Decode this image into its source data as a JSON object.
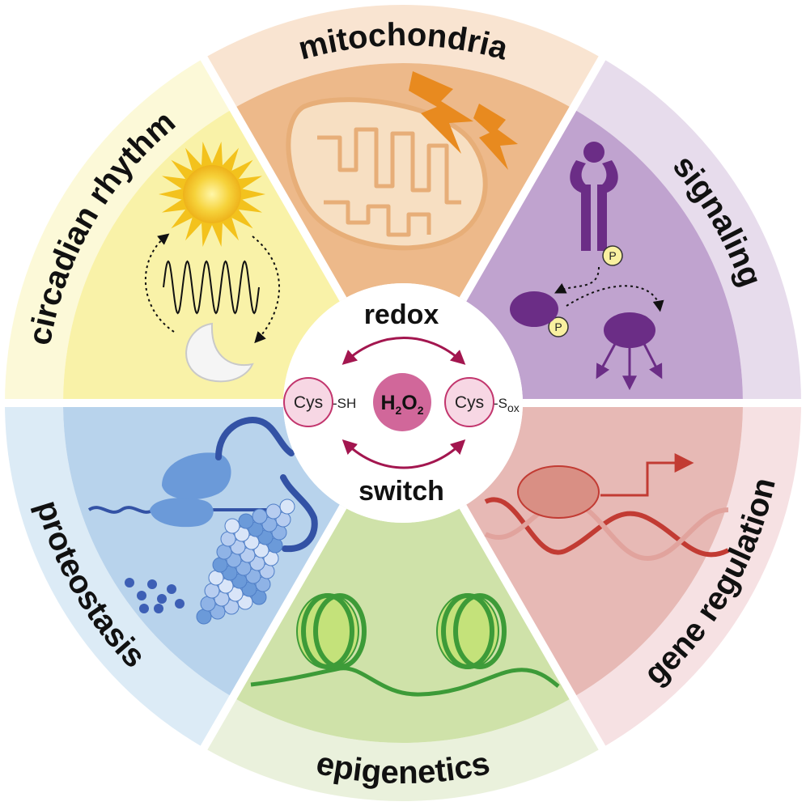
{
  "segments": [
    {
      "key": "mitochondria",
      "label": "mitochondria",
      "outer": "#f9e4d1",
      "inner": "#edb98a"
    },
    {
      "key": "signaling",
      "label": "signaling",
      "outer": "#e7dcec",
      "inner": "#c0a3cf"
    },
    {
      "key": "gene-regulation",
      "label": "gene regulation",
      "outer": "#f6e1e3",
      "inner": "#e7b9b5"
    },
    {
      "key": "epigenetics",
      "label": "epigenetics",
      "outer": "#eaf1dc",
      "inner": "#cfe2a9"
    },
    {
      "key": "proteostasis",
      "label": "proteostasis",
      "outer": "#dcebf6",
      "inner": "#b8d3ec"
    },
    {
      "key": "circadian-rhythm",
      "label": "circadian rhythm",
      "outer": "#fcf9d8",
      "inner": "#f9f2a8"
    }
  ],
  "center": {
    "top_label": "redox",
    "bottom_label": "switch",
    "left_cys": "Cys",
    "left_group": "-SH",
    "molecule_main_h": "H",
    "molecule_sub_2a": "2",
    "molecule_main_o": "O",
    "molecule_sub_2b": "2",
    "right_cys": "Cys",
    "right_group": "-S",
    "right_group_sub": "ox",
    "arrow_color": "#a3164f",
    "circle_color": "#e7a3c1",
    "h2o2_color": "#d1679a"
  },
  "icons": {
    "phospho": "P"
  }
}
